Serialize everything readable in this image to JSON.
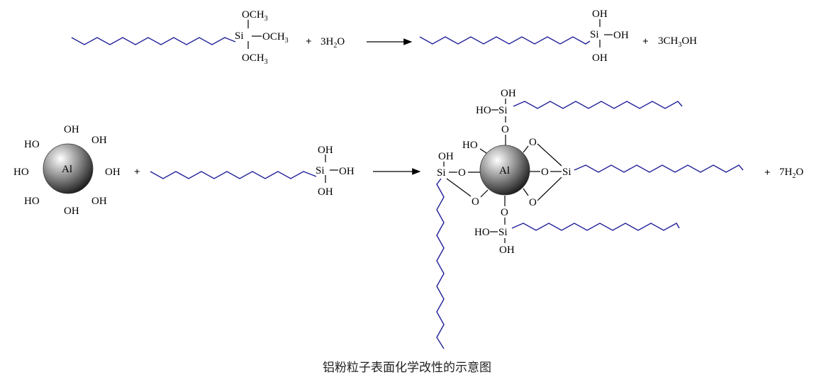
{
  "reaction1": {
    "methoxy_1": "OCH",
    "methoxy_2": "OCH",
    "methoxy_3": "OCH",
    "methoxy_sub": "3",
    "si": "Si",
    "plus_1": "+",
    "water": "3H",
    "water_sub": "2",
    "water_tail": "O",
    "oh_1": "OH",
    "oh_2": "OH",
    "oh_3": "OH",
    "plus_2": "+",
    "methanol": "3CH",
    "methanol_sub": "3",
    "methanol_tail": "OH"
  },
  "reaction2": {
    "particle_label": "Al",
    "particle_oh": [
      "OH",
      "OH",
      "HO",
      "OH",
      "HO",
      "OH",
      "HO",
      "OH"
    ],
    "plus_1": "+",
    "silanol_si": "Si",
    "silanol_oh": [
      "OH",
      "OH",
      "OH"
    ],
    "product_al": "Al",
    "o_label": "O",
    "oh_label": "OH",
    "ho_label": "HO",
    "si_label": "Si",
    "plus_2": "+",
    "water": "7H",
    "water_sub": "2",
    "water_tail": "O"
  },
  "colors": {
    "chain": "#1f1f99",
    "sphere_light": "#ffffff",
    "sphere_dark": "#1a1a1a"
  },
  "caption": "铝粉粒子表面化学改性的示意图"
}
